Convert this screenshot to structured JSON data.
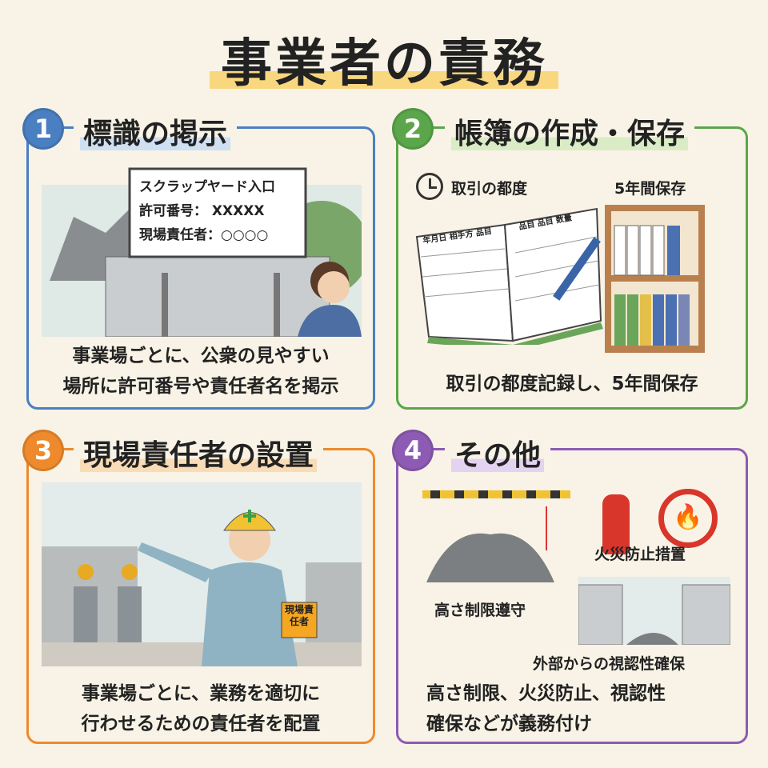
{
  "title": "事業者の責務",
  "colors": {
    "blue": "#4a7fc1",
    "green": "#5ba64a",
    "orange": "#ee8a2c",
    "purple": "#8d5bb4"
  },
  "panels": [
    {
      "number": "1",
      "heading": "標識の掲示",
      "sign": {
        "line1": "スクラップヤード入口",
        "line2": "許可番号： XXXXX",
        "line3": "現場責任者：○○○○"
      },
      "description": [
        "事業場ごとに、公衆の見やすい",
        "場所に許可番号や責任者名を掲示"
      ]
    },
    {
      "number": "2",
      "heading": "帳簿の作成・保存",
      "label_left": "取引の都度",
      "label_right": "5年間保存",
      "ledger_headers": [
        "年月日",
        "相手方",
        "品目",
        "品目",
        "品目",
        "数量"
      ],
      "description": [
        "取引の都度記録し、5年間保存"
      ]
    },
    {
      "number": "3",
      "heading": "現場責任者の設置",
      "armband": "現場責任者",
      "description": [
        "事業場ごとに、業務を適切に",
        "行わせるための責任者を配置"
      ]
    },
    {
      "number": "4",
      "heading": "その他",
      "labels": [
        "高さ制限遵守",
        "火災防止措置",
        "外部からの視認性確保"
      ],
      "description": [
        "高さ制限、火災防止、視認性",
        "確保などが義務付け"
      ]
    }
  ]
}
